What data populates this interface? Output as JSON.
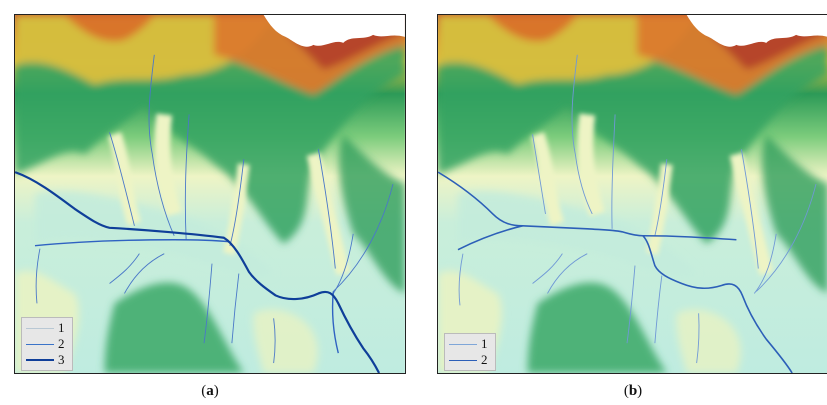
{
  "panels": [
    {
      "id": "a",
      "caption_open": "(",
      "caption_letter": "a",
      "caption_close": ")",
      "legend": [
        {
          "label": "1",
          "color": "#b9c8d4"
        },
        {
          "label": "2",
          "color": "#3a73c8"
        },
        {
          "label": "3",
          "color": "#0f3f99"
        }
      ]
    },
    {
      "id": "b",
      "caption_open": "(",
      "caption_letter": "b",
      "caption_close": ")",
      "legend": [
        {
          "label": "1",
          "color": "#7fa6d8"
        },
        {
          "label": "2",
          "color": "#2c5fb8"
        }
      ]
    }
  ],
  "colors": {
    "lowland": "#bdebdc",
    "low_hills": "#e9f3c3",
    "mid_green": "#3ea86a",
    "dark_green": "#1f8a4c",
    "high_yellow": "#e6c23a",
    "high_orange": "#df7c2c",
    "peak_red": "#b6452b",
    "stream": "#2f5fc0"
  }
}
